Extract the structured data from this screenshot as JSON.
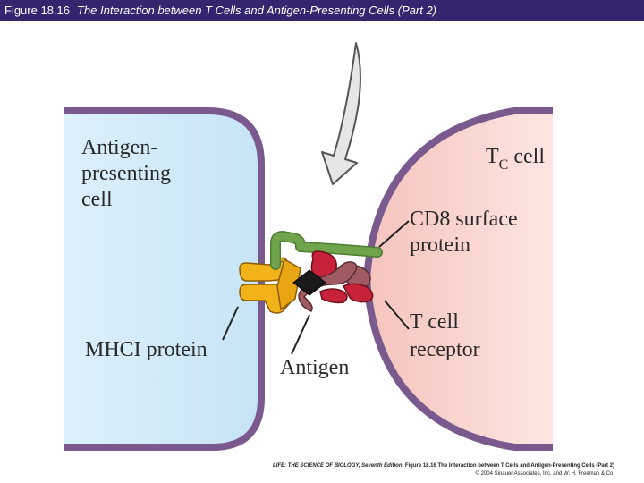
{
  "header": {
    "figure_number": "Figure 18.16",
    "caption": "The Interaction between T Cells and Antigen-Presenting Cells (Part 2)"
  },
  "labels": {
    "apc_line1": "Antigen-",
    "apc_line2": "presenting",
    "apc_line3": "cell",
    "tc_main": "T",
    "tc_sub": "C",
    "tc_suffix": " cell",
    "cd8_line1": "CD8 surface",
    "cd8_line2": "protein",
    "tcr_line1": "T cell",
    "tcr_line2": "receptor",
    "mhc": "MHCI protein",
    "antigen": "Antigen"
  },
  "footer": {
    "book": "LIFE: THE SCIENCE OF BIOLOGY, Seventh Edition",
    "figure_ref": ", Figure 18.16 The Interaction between T Cells and Antigen-Presenting Cells (Part 2)",
    "copyright": "© 2004 Sinauer Associates, Inc. and W. H. Freeman & Co."
  },
  "colors": {
    "title_bar": "#35256e",
    "membrane": "#7a5a8e",
    "apc_fill": "#cfe9f8",
    "tcell_fill": "#f9d1cc",
    "mhc": "#f2b21a",
    "cd8": "#6fa34c",
    "tcr_red": "#c8213a",
    "tcr_mauve": "#a05a62",
    "antigen": "#1a1a1a",
    "arrow_fill": "#e6e6e6"
  },
  "icons": [
    "binding-arrow-icon"
  ]
}
